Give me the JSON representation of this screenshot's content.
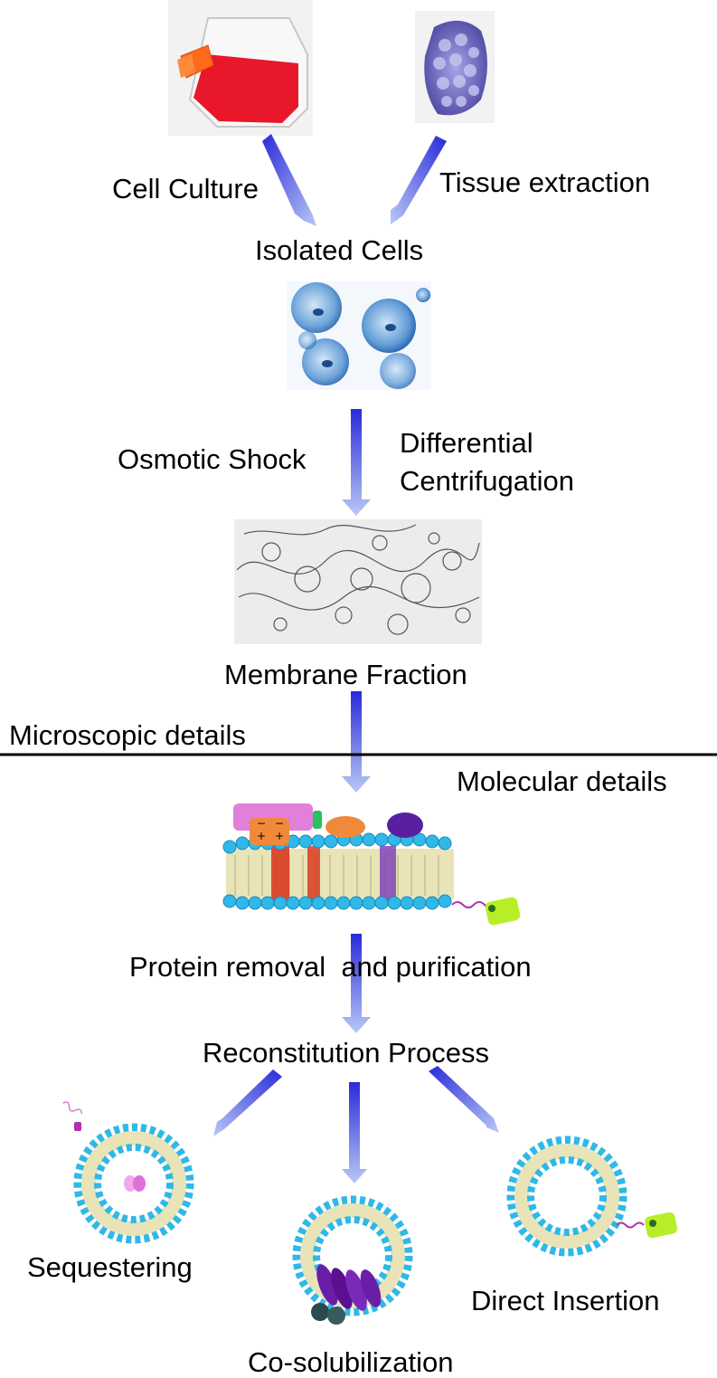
{
  "labels": {
    "cell_culture": "Cell Culture",
    "tissue_extraction": "Tissue extraction",
    "isolated_cells": "Isolated Cells",
    "osmotic_shock": "Osmotic Shock",
    "differential_centrifugation_1": "Differential",
    "differential_centrifugation_2": "Centrifugation",
    "membrane_fraction": "Membrane Fraction",
    "microscopic_details": "Microscopic details",
    "molecular_details": "Molecular details",
    "protein_removal": "Protein removal  and purification",
    "reconstitution_process": "Reconstitution Process",
    "sequestering": "Sequestering",
    "co_solubilization": "Co-solubilization",
    "direct_insertion": "Direct Insertion"
  },
  "colors": {
    "arrow_dark": "#2a2ad8",
    "arrow_light": "#b4c4f4",
    "lipid_head": "#2fb8e8",
    "lipid_tail": "#e8e4b8",
    "flask_red": "#e8182a",
    "cell_blue": "#2c6fb8",
    "tissue_purple": "#6a64b8",
    "protein_purple": "#6a1ea8",
    "protein_green": "#b8ee28",
    "divider": "#000000"
  }
}
